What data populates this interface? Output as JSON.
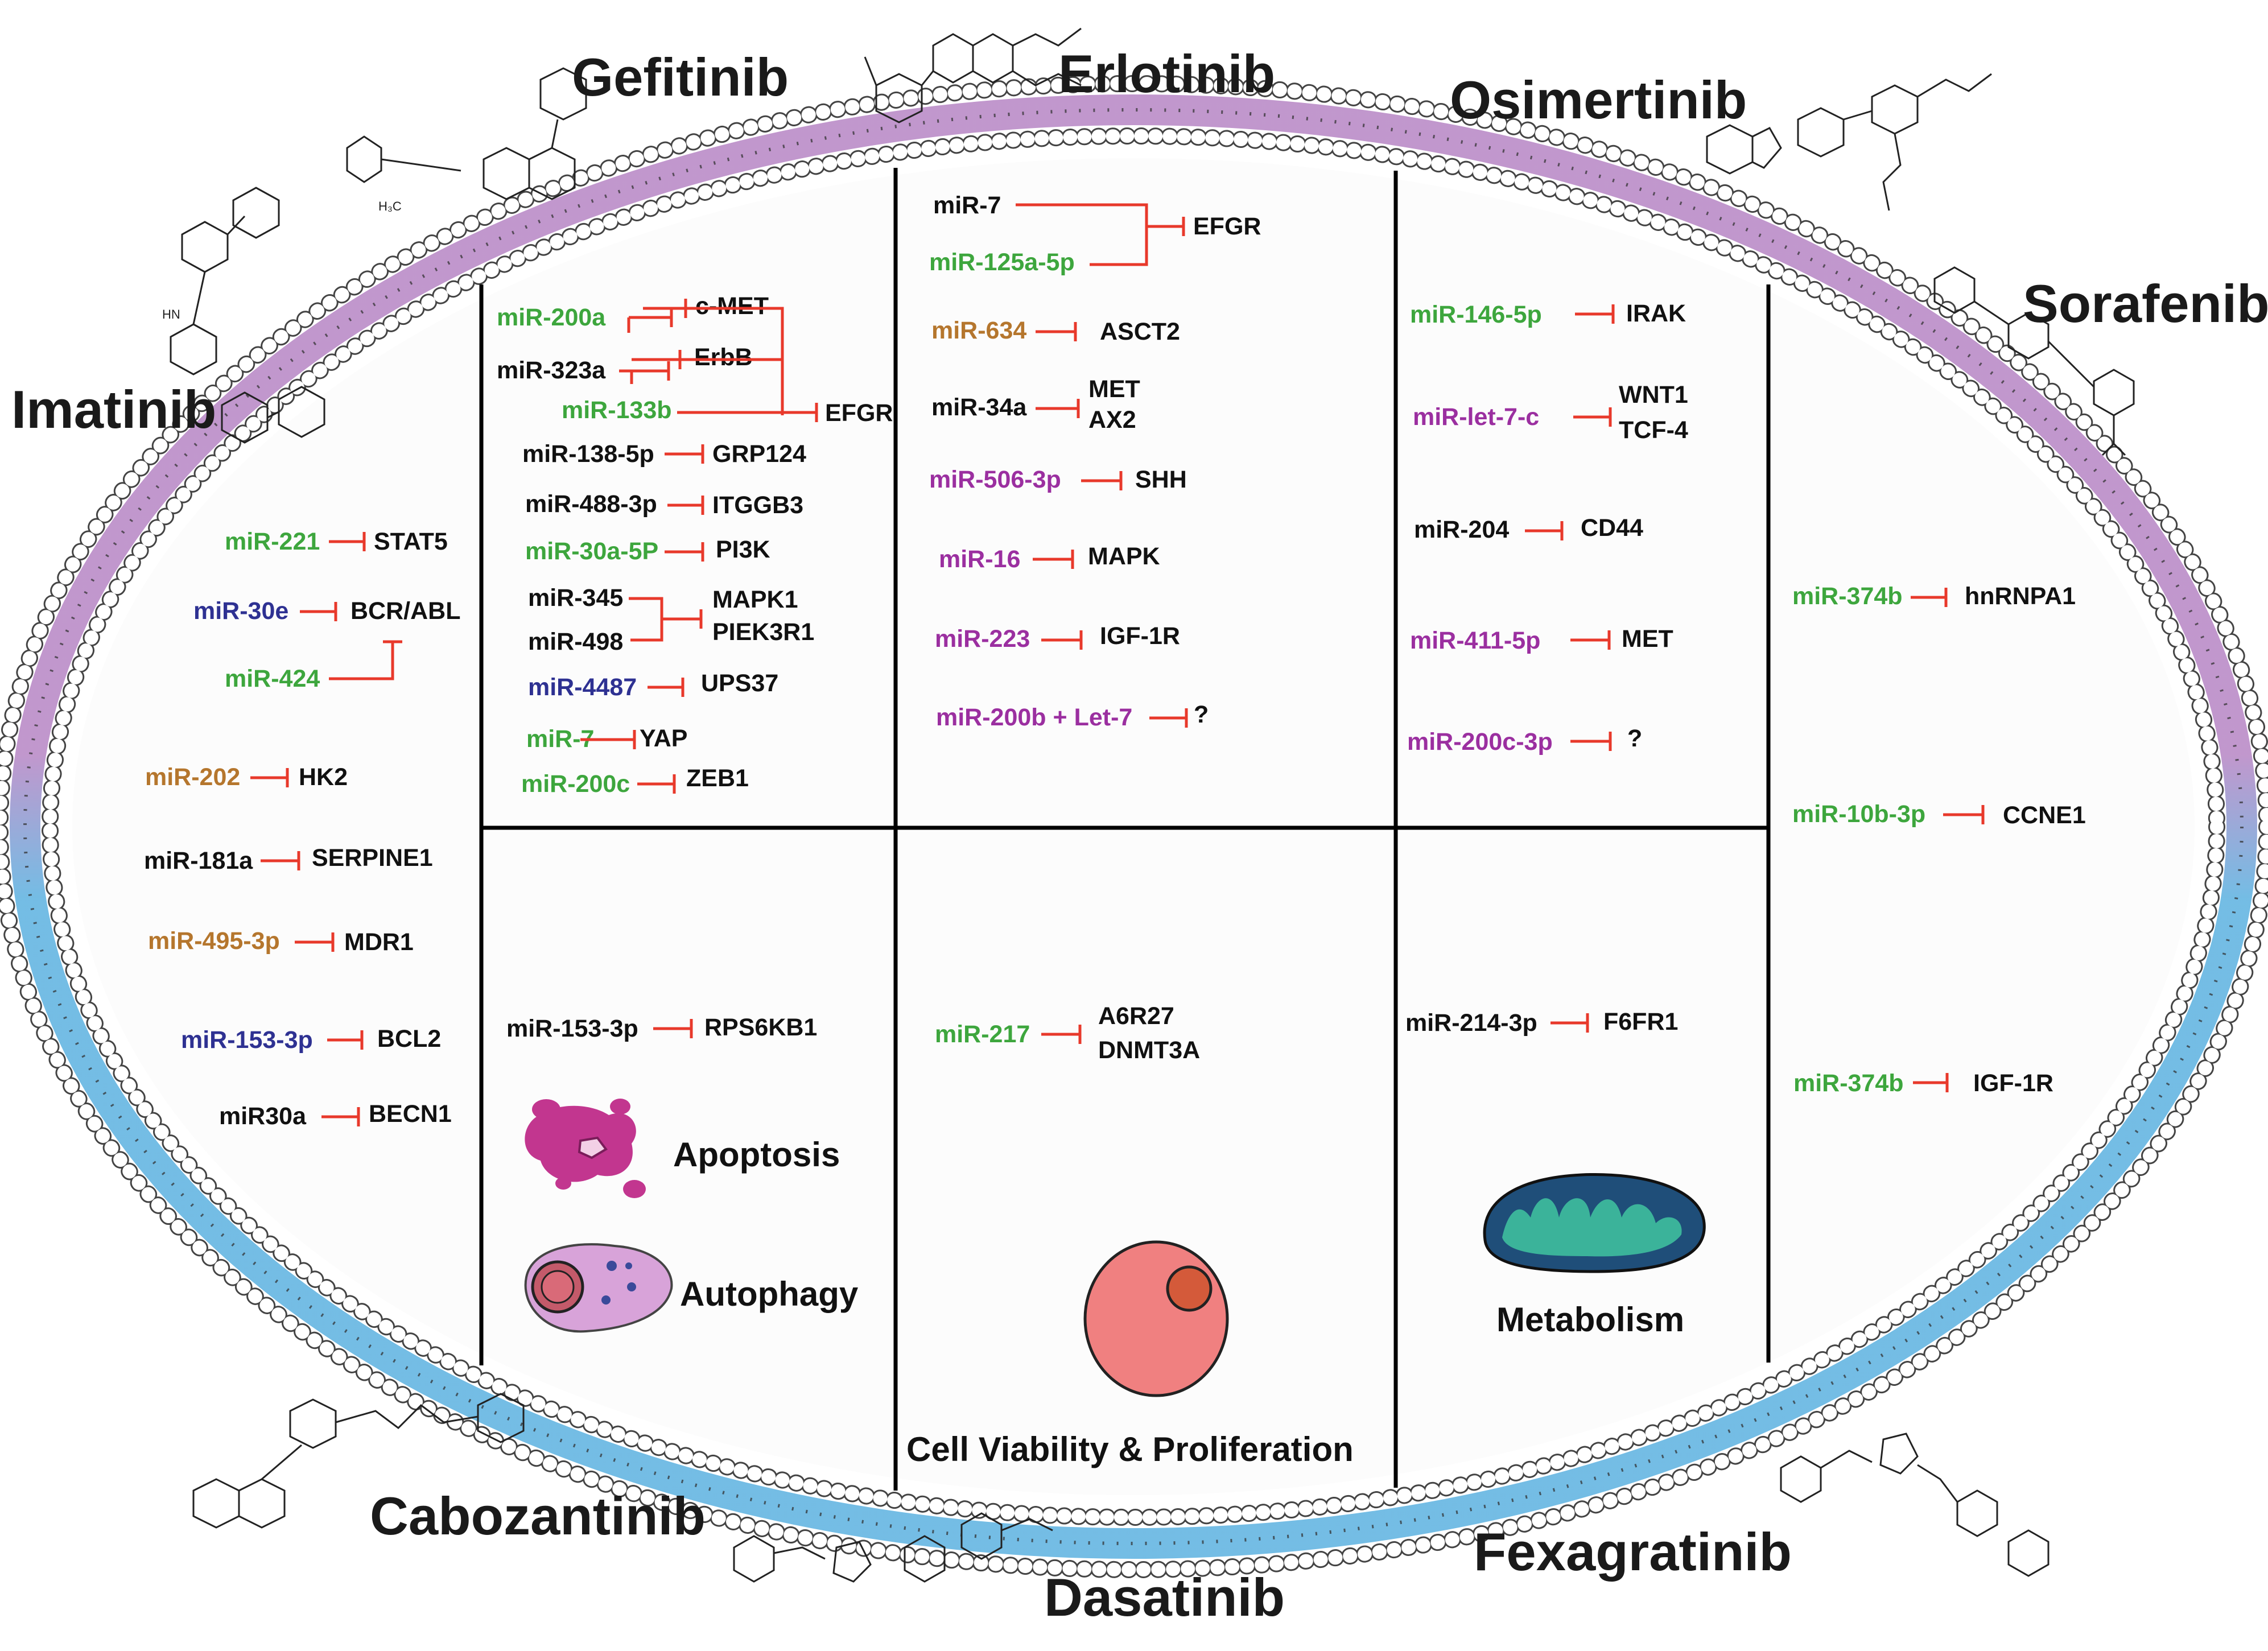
{
  "drugs": {
    "imatinib": "Imatinib",
    "gefitinib": "Gefitinib",
    "erlotinib": "Erlotinib",
    "osimertinib": "Osimertinib",
    "sorafenib": "Sorafenib",
    "cabozantinib": "Cabozantinib",
    "dasatinib": "Dasatinib",
    "fexagratinib": "Fexagratinib"
  },
  "imatinib": {
    "r1": {
      "mir": "miR-221",
      "target": "STAT5"
    },
    "r2": {
      "mir": "miR-30e",
      "target": "BCR/ABL"
    },
    "r3": {
      "mir": "miR-424"
    },
    "r4": {
      "mir": "miR-202",
      "target": "HK2"
    },
    "r5": {
      "mir": "miR-181a",
      "target": "SERPINE1"
    },
    "r6": {
      "mir": "miR-495-3p",
      "target": "MDR1"
    },
    "r7": {
      "mir": "miR-153-3p",
      "target": "BCL2"
    },
    "r8": {
      "mir": "miR30a",
      "target": "BECN1"
    }
  },
  "gefitinib": {
    "r1": {
      "mir": "miR-200a",
      "target": "c-MET"
    },
    "r2": {
      "mir": "miR-323a",
      "target": "ErbB"
    },
    "r3": {
      "mir": "miR-133b",
      "target": "EFGR"
    },
    "r4": {
      "mir": "miR-138-5p",
      "target": "GRP124"
    },
    "r5": {
      "mir": "miR-488-3p",
      "target": "ITGGB3"
    },
    "r6": {
      "mir": "miR-30a-5P",
      "target": "PI3K"
    },
    "r7": {
      "mir": "miR-345",
      "target": "MAPK1"
    },
    "r8": {
      "mir": "miR-498",
      "target": "PIEK3R1"
    },
    "r9": {
      "mir": "miR-4487",
      "target": "UPS37"
    },
    "r10": {
      "mir": "miR-7",
      "target": "YAP"
    },
    "r11": {
      "mir": "miR-200c",
      "target": "ZEB1"
    }
  },
  "erlotinib": {
    "r1": {
      "mir": "miR-7",
      "target": "EFGR"
    },
    "r2": {
      "mir": "miR-125a-5p"
    },
    "r3": {
      "mir": "miR-634",
      "target": "ASCT2"
    },
    "r4": {
      "mir": "miR-34a",
      "target": "MET",
      "target2": "AX2"
    },
    "r5": {
      "mir": "miR-506-3p",
      "target": "SHH"
    },
    "r6": {
      "mir": "miR-16",
      "target": "MAPK"
    },
    "r7": {
      "mir": "miR-223",
      "target": "IGF-1R"
    },
    "r8": {
      "mir": "miR-200b + Let-7",
      "target": "?"
    }
  },
  "osimertinib": {
    "r1": {
      "mir": "miR-146-5p",
      "target": "IRAK"
    },
    "r2": {
      "mir": "miR-let-7-c",
      "target": "WNT1",
      "target2": "TCF-4"
    },
    "r3": {
      "mir": "miR-204",
      "target": "CD44"
    },
    "r4": {
      "mir": "miR-411-5p",
      "target": "MET"
    },
    "r5": {
      "mir": "miR-200c-3p",
      "target": "?"
    }
  },
  "sorafenib": {
    "r1": {
      "mir": "miR-374b",
      "target": "hnRNPA1"
    },
    "r2": {
      "mir": "miR-10b-3p",
      "target": "CCNE1"
    },
    "r3": {
      "mir": "miR-374b",
      "target": "IGF-1R"
    }
  },
  "cabozantinib": {
    "r1": {
      "mir": "miR-153-3p",
      "target": "RPS6KB1"
    }
  },
  "dasatinib": {
    "r1": {
      "mir": "miR-217",
      "target": "A6R27",
      "target2": "DNMT3A"
    }
  },
  "fexagratinib": {
    "r1": {
      "mir": "miR-214-3p",
      "target": "F6FR1"
    }
  },
  "processes": {
    "apoptosis": "Apoptosis",
    "autophagy": "Autophagy",
    "viability": "Cell Viability & Proliferation",
    "metabolism": "Metabolism"
  },
  "colors": {
    "green_mirna": "#3da63d",
    "blue_mirna": "#2e3192",
    "orange_mirna": "#b5762d",
    "purple_mirna": "#9b2fa0",
    "black_mirna": "#111111",
    "inhibition_arrow": "#e8392b",
    "membrane_outer": "#b685c4",
    "membrane_inner": "#5bb1e0"
  }
}
